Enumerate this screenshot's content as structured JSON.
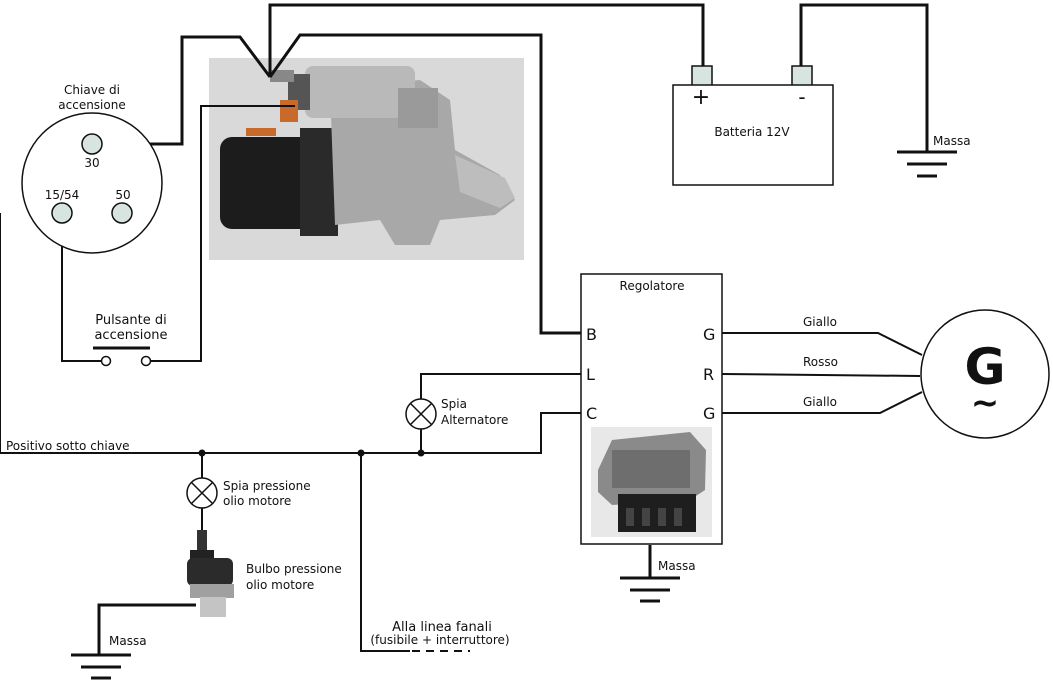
{
  "labels": {
    "key_title_1": "Chiave di",
    "key_title_2": "accensione",
    "key_pin_30": "30",
    "key_pin_1554": "15/54",
    "key_pin_50": "50",
    "start_button_1": "Pulsante di",
    "start_button_2": "accensione",
    "battery": "Batteria 12V",
    "battery_plus": "+",
    "battery_minus": "-",
    "ground": "Massa",
    "regulator": "Regolatore",
    "reg_B": "B",
    "reg_L": "L",
    "reg_C": "C",
    "reg_G1": "G",
    "reg_R": "R",
    "reg_G2": "G",
    "wire_giallo1": "Giallo",
    "wire_rosso": "Rosso",
    "wire_giallo2": "Giallo",
    "generator": "G",
    "generator_sub": "~",
    "spia_alt_1": "Spia",
    "spia_alt_2": "Alternatore",
    "positivo": "Positivo sotto chiave",
    "spia_olio_1": "Spia pressione",
    "spia_olio_2": "olio motore",
    "bulbo_1": "Bulbo pressione",
    "bulbo_2": "olio motore",
    "fanali_1": "Alla linea fanali",
    "fanali_2": "(fusibile + interruttore)"
  },
  "colors": {
    "wire": "#111111",
    "terminal": "#d8e4e0",
    "photo_bg": "#d9d9d9",
    "motor_body": "#1c1c1c",
    "aluminium": "#a8a8a8"
  }
}
